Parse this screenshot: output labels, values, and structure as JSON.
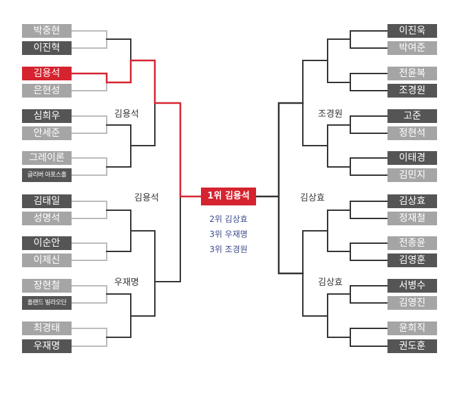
{
  "colors": {
    "dark_box": "#555555",
    "light_box": "#a5a5a5",
    "winner_red": "#d5232f",
    "line_dark": "#333333",
    "line_light": "#bbbbbb",
    "rank_text": "#3a4a8a"
  },
  "left_players": [
    {
      "name": "박중현",
      "style": "light"
    },
    {
      "name": "이진혁",
      "style": "dark"
    },
    {
      "name": "김용석",
      "style": "red"
    },
    {
      "name": "은현성",
      "style": "light"
    },
    {
      "name": "심희우",
      "style": "dark"
    },
    {
      "name": "안세준",
      "style": "light"
    },
    {
      "name": "그레이론",
      "style": "light"
    },
    {
      "name": "글리버 아포스홀",
      "style": "dark",
      "small": true
    },
    {
      "name": "김태일",
      "style": "dark"
    },
    {
      "name": "성명석",
      "style": "light"
    },
    {
      "name": "이순안",
      "style": "dark"
    },
    {
      "name": "이제신",
      "style": "light"
    },
    {
      "name": "장현철",
      "style": "light"
    },
    {
      "name": "홀랜드 빌라오단",
      "style": "dark",
      "small": true
    },
    {
      "name": "최경태",
      "style": "light"
    },
    {
      "name": "우재명",
      "style": "dark"
    }
  ],
  "right_players": [
    {
      "name": "이진욱",
      "style": "dark"
    },
    {
      "name": "박여준",
      "style": "light"
    },
    {
      "name": "전윤복",
      "style": "light"
    },
    {
      "name": "조경원",
      "style": "dark"
    },
    {
      "name": "고준",
      "style": "dark"
    },
    {
      "name": "정현석",
      "style": "light"
    },
    {
      "name": "이태경",
      "style": "dark"
    },
    {
      "name": "김민지",
      "style": "light"
    },
    {
      "name": "김상효",
      "style": "dark"
    },
    {
      "name": "정재철",
      "style": "light"
    },
    {
      "name": "전종윤",
      "style": "light"
    },
    {
      "name": "김영훈",
      "style": "dark"
    },
    {
      "name": "서병수",
      "style": "dark"
    },
    {
      "name": "김영진",
      "style": "light"
    },
    {
      "name": "윤희직",
      "style": "light"
    },
    {
      "name": "권도훈",
      "style": "dark"
    }
  ],
  "left_labels": {
    "top_quarter": "김용석",
    "semi": "김용석",
    "bottom_quarter": "우재명"
  },
  "right_labels": {
    "top_quarter": "조경원",
    "semi": "김상효",
    "bottom_quarter": "김상효"
  },
  "champion": "1위 김용석",
  "ranks": [
    "2위 김상효",
    "3위 우재명",
    "3위 조경원"
  ]
}
